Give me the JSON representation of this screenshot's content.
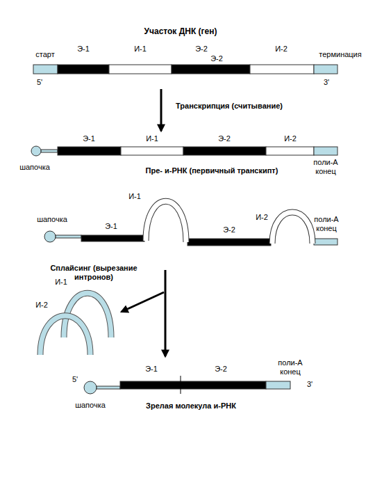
{
  "diagram": {
    "title": "Участок ДНК (ген)",
    "labels": [
      "старт",
      "Э-1",
      "И-1",
      "Э-2",
      "Э-2",
      "И-2",
      "терминация",
      "5'",
      "3'",
      "Транскрипция (считывание)",
      "Э-1",
      "И-1",
      "Э-2",
      "И-2",
      "шапочка",
      "Пре- и-РНК (первичный транскипт)",
      "поли-А конец",
      "шапочка",
      "И-1",
      "Э-1",
      "Э-2",
      "И-2",
      "поли-А конец",
      "Сплайсинг (вырезание интронов)",
      "И-1",
      "И-2",
      "Э-1",
      "Э-2",
      "поли-А конец",
      "5'",
      "3'",
      "шапочка",
      "Зрелая молекула и-РНК"
    ]
  }
}
